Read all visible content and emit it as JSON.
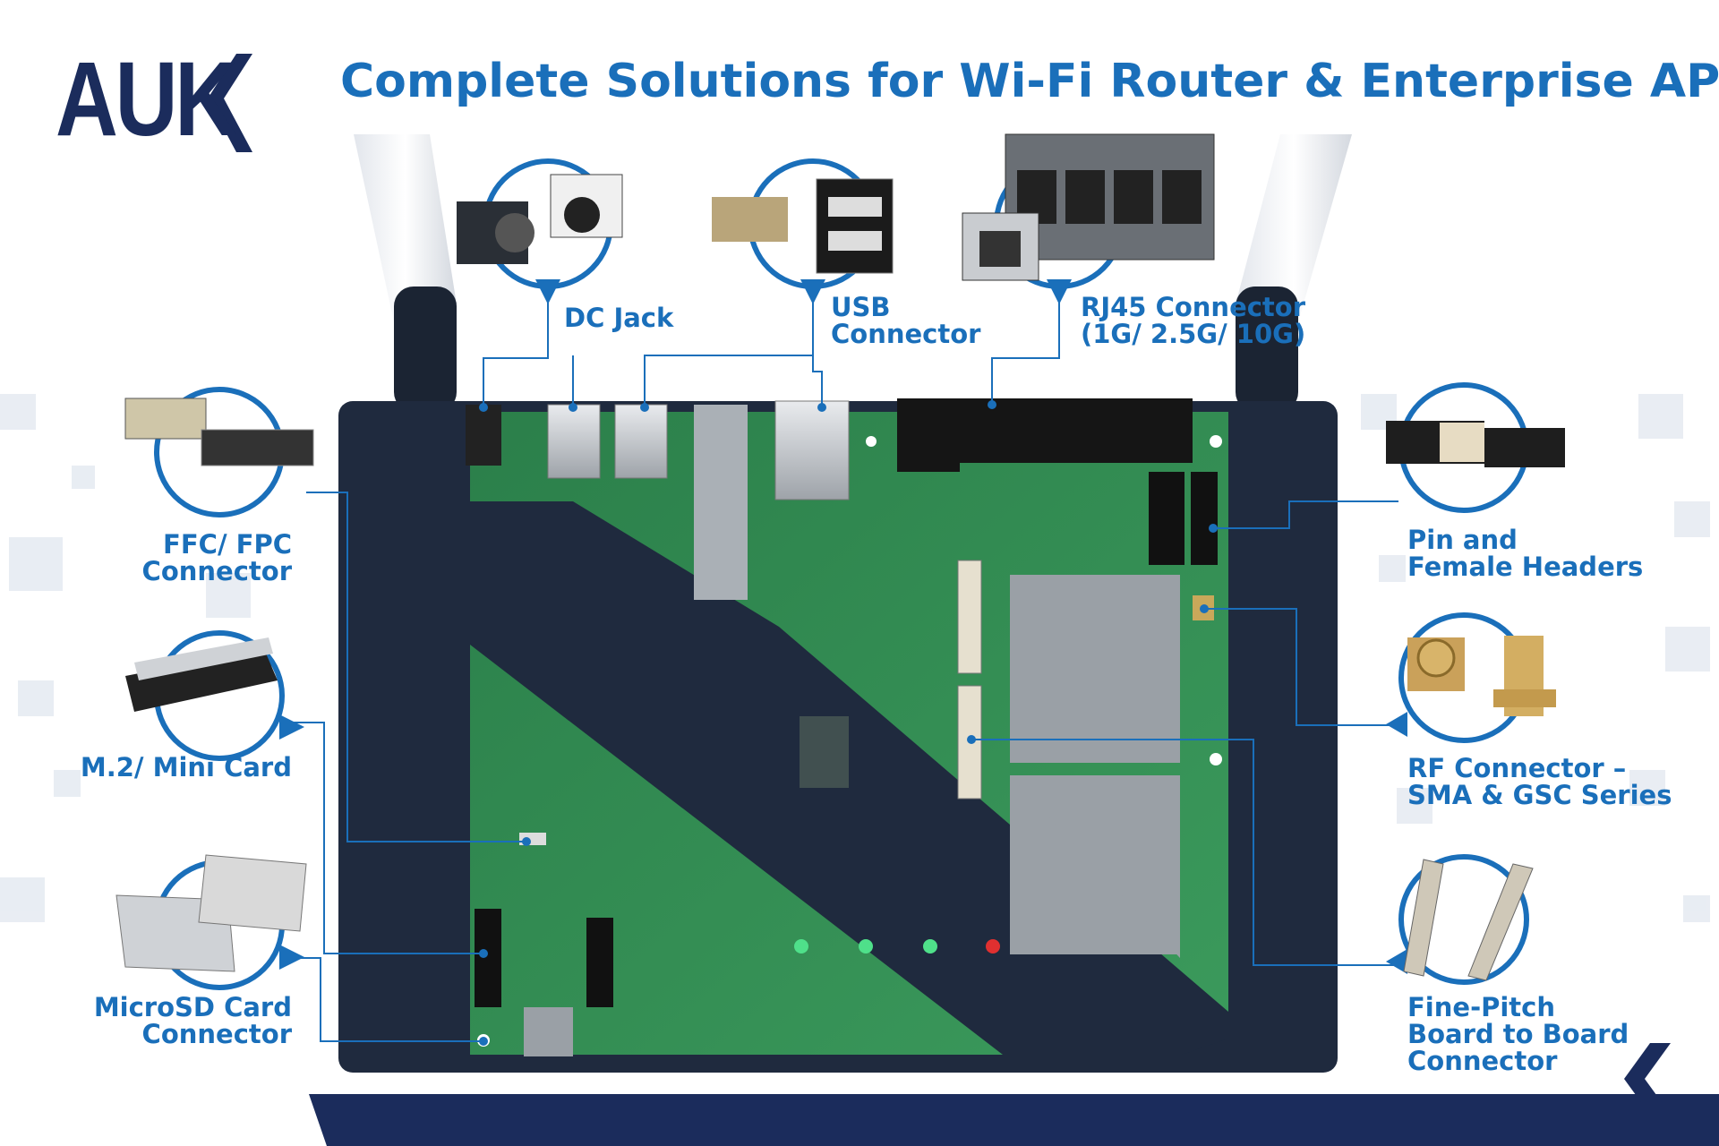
{
  "brand": {
    "logo_text": "AUK"
  },
  "headline": "Complete Solutions for Wi-Fi Router & Enterprise AP",
  "callouts": {
    "dc_jack": [
      "DC Jack"
    ],
    "usb": [
      "USB",
      "Connector"
    ],
    "rj45": [
      "RJ45 Connector",
      "(1G/ 2.5G/ 10G)"
    ],
    "ffc_fpc": [
      "FFC/ FPC",
      "Connector"
    ],
    "m2": [
      "M.2/ Mini Card"
    ],
    "microsd": [
      "MicroSD Card",
      "Connector"
    ],
    "pin_headers": [
      "Pin and",
      "Female Headers"
    ],
    "rf": [
      "RF Connector –",
      "SMA & GSC Series"
    ],
    "board_to_board": [
      "Fine-Pitch",
      "Board to Board",
      "Connector"
    ]
  },
  "colors": {
    "accent_blue": "#1a6fba",
    "navy": "#1b2c5c",
    "pcb_green": "#2f8a52",
    "led_green": "#4fe08a",
    "led_red": "#e03030"
  }
}
